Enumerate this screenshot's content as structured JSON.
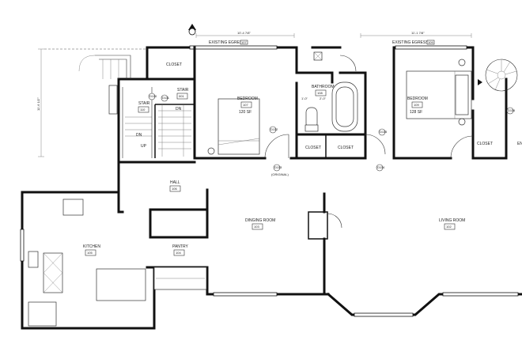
{
  "rooms": {
    "closet_nw": "CLOSET",
    "stair_110": {
      "name": "STAIR",
      "number": "110"
    },
    "stair_001": {
      "name": "STAIR",
      "number": "001"
    },
    "bedroom_107": {
      "name": "BEDROOM",
      "number": "107",
      "area": "120 SF"
    },
    "bathroom_108": {
      "name": "BATHROOM",
      "number": "108"
    },
    "bedroom_109": {
      "name": "BEDROOM",
      "number": "109",
      "area": "128 SF"
    },
    "closet_1": "CLOSET",
    "closet_2": "CLOSET",
    "closet_e": "CLOSET",
    "hall_106": {
      "name": "HALL",
      "number": "106"
    },
    "dining_103": {
      "name": "DINGING ROOM",
      "number": "103"
    },
    "living_102": {
      "name": "LIVING ROOM",
      "number": "102"
    },
    "kitchen_105": {
      "name": "KITCHEN",
      "number": "105"
    },
    "pantry_104": {
      "name": "PANTRY",
      "number": "104"
    }
  },
  "labels": {
    "egress_left": "EXISTING EGRESS",
    "egress_right": "EXISTING EGRESS",
    "stair_dn_1": "DN",
    "stair_dn_2": "DN",
    "stair_up": "UP",
    "original_note": "(ORIGINAL)",
    "edge_partial": "EN"
  },
  "dimensions": {
    "top_left": "10'-4 7/8\"",
    "top_right": "11'-1 7/8\"",
    "left_vertical": "11'-6 1/2\"",
    "bath_a": "1'-0\"",
    "bath_b": "2'-0\""
  },
  "door_tags": [
    "D110",
    "D111",
    "D112",
    "D113",
    "D114",
    "D115",
    "D116"
  ],
  "egress_tags": [
    "107",
    "109"
  ],
  "colors": {
    "wall": "#111111",
    "line": "#333333",
    "paper": "#ffffff"
  }
}
